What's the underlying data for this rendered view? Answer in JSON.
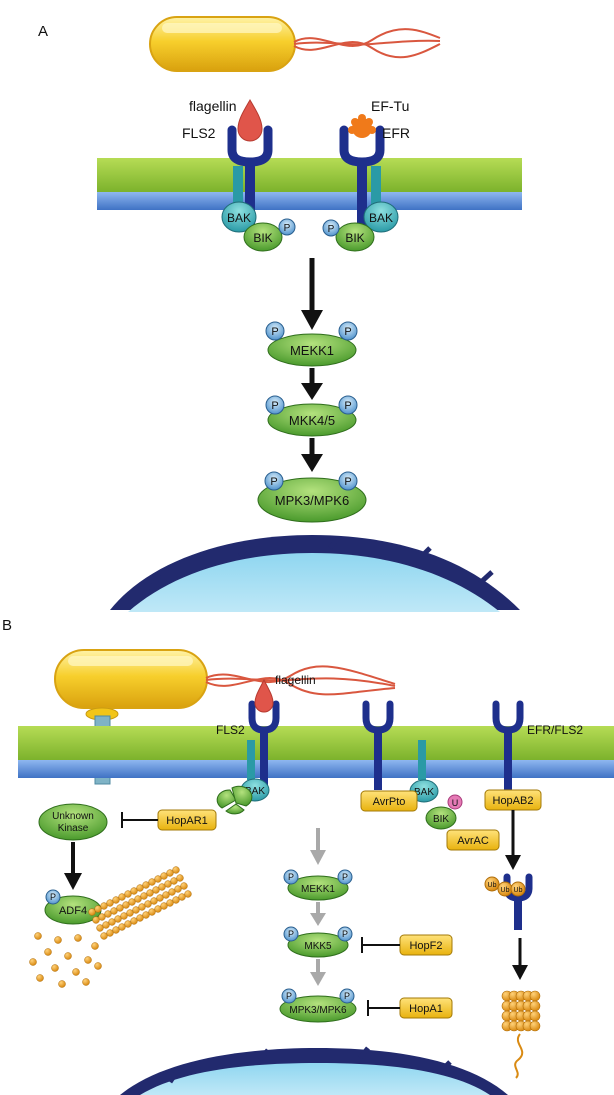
{
  "panel_a": {
    "label": "A",
    "ligand_left": "flagellin",
    "ligand_right": "EF-Tu",
    "receptor_left": "FLS2",
    "receptor_right": "EFR",
    "bak": "BAK",
    "bik": "BIK",
    "phospho": "P",
    "mekk1": "MEKK1",
    "mkk45": "MKK4/5",
    "mpk36": "MPK3/MPK6"
  },
  "panel_b": {
    "label": "B",
    "receptor_fls2": "FLS2",
    "ligand": "flagellin",
    "receptor_efr_fls2": "EFR/FLS2",
    "bak": "BAK",
    "bik": "BIK",
    "unknown_kinase_line1": "Unknown",
    "unknown_kinase_line2": "Kinase",
    "adf4": "ADF4",
    "phospho": "P",
    "ubiquitin": "U",
    "ub": "Ub",
    "mekk1": "MEKK1",
    "mkk5": "MKK5",
    "mpk36": "MPK3/MPK6",
    "hopar1": "HopAR1",
    "avrpto": "AvrPto",
    "avrac": "AvrAC",
    "hopab2": "HopAB2",
    "hopf2": "HopF2",
    "hopa1": "HopA1"
  },
  "colors": {
    "membrane_green": "#8fc43a",
    "membrane_blue": "#5b8fd8",
    "receptor": "#1e2f8c",
    "bak": "#3ab5b5",
    "kinase_green": "#5fb23a",
    "phospho": "#7fb8e0",
    "effector": "#f2c518",
    "nucleus": "#222a6e",
    "bacterium": "#f5c52a",
    "flagellin": "#e0554a",
    "eftu": "#f07a1a"
  }
}
